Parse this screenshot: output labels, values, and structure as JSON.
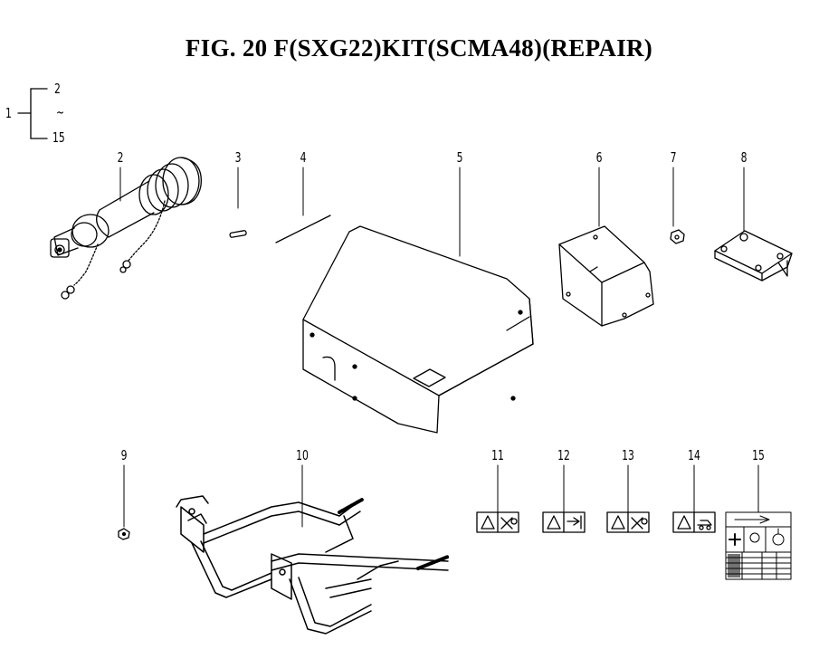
{
  "figure": {
    "title": "FIG. 20  F(SXG22)KIT(SCMA48)(REPAIR)"
  },
  "assembly_tree": {
    "parent": "1",
    "first": "2",
    "range_mark": "~",
    "last": "15"
  },
  "callouts": [
    {
      "id": "2",
      "label": "2"
    },
    {
      "id": "3",
      "label": "3"
    },
    {
      "id": "4",
      "label": "4"
    },
    {
      "id": "5",
      "label": "5"
    },
    {
      "id": "6",
      "label": "6"
    },
    {
      "id": "7",
      "label": "7"
    },
    {
      "id": "8",
      "label": "8"
    },
    {
      "id": "9",
      "label": "9"
    },
    {
      "id": "10",
      "label": "10"
    },
    {
      "id": "11",
      "label": "11"
    },
    {
      "id": "12",
      "label": "12"
    },
    {
      "id": "13",
      "label": "13"
    },
    {
      "id": "14",
      "label": "14"
    },
    {
      "id": "15",
      "label": "15"
    }
  ]
}
